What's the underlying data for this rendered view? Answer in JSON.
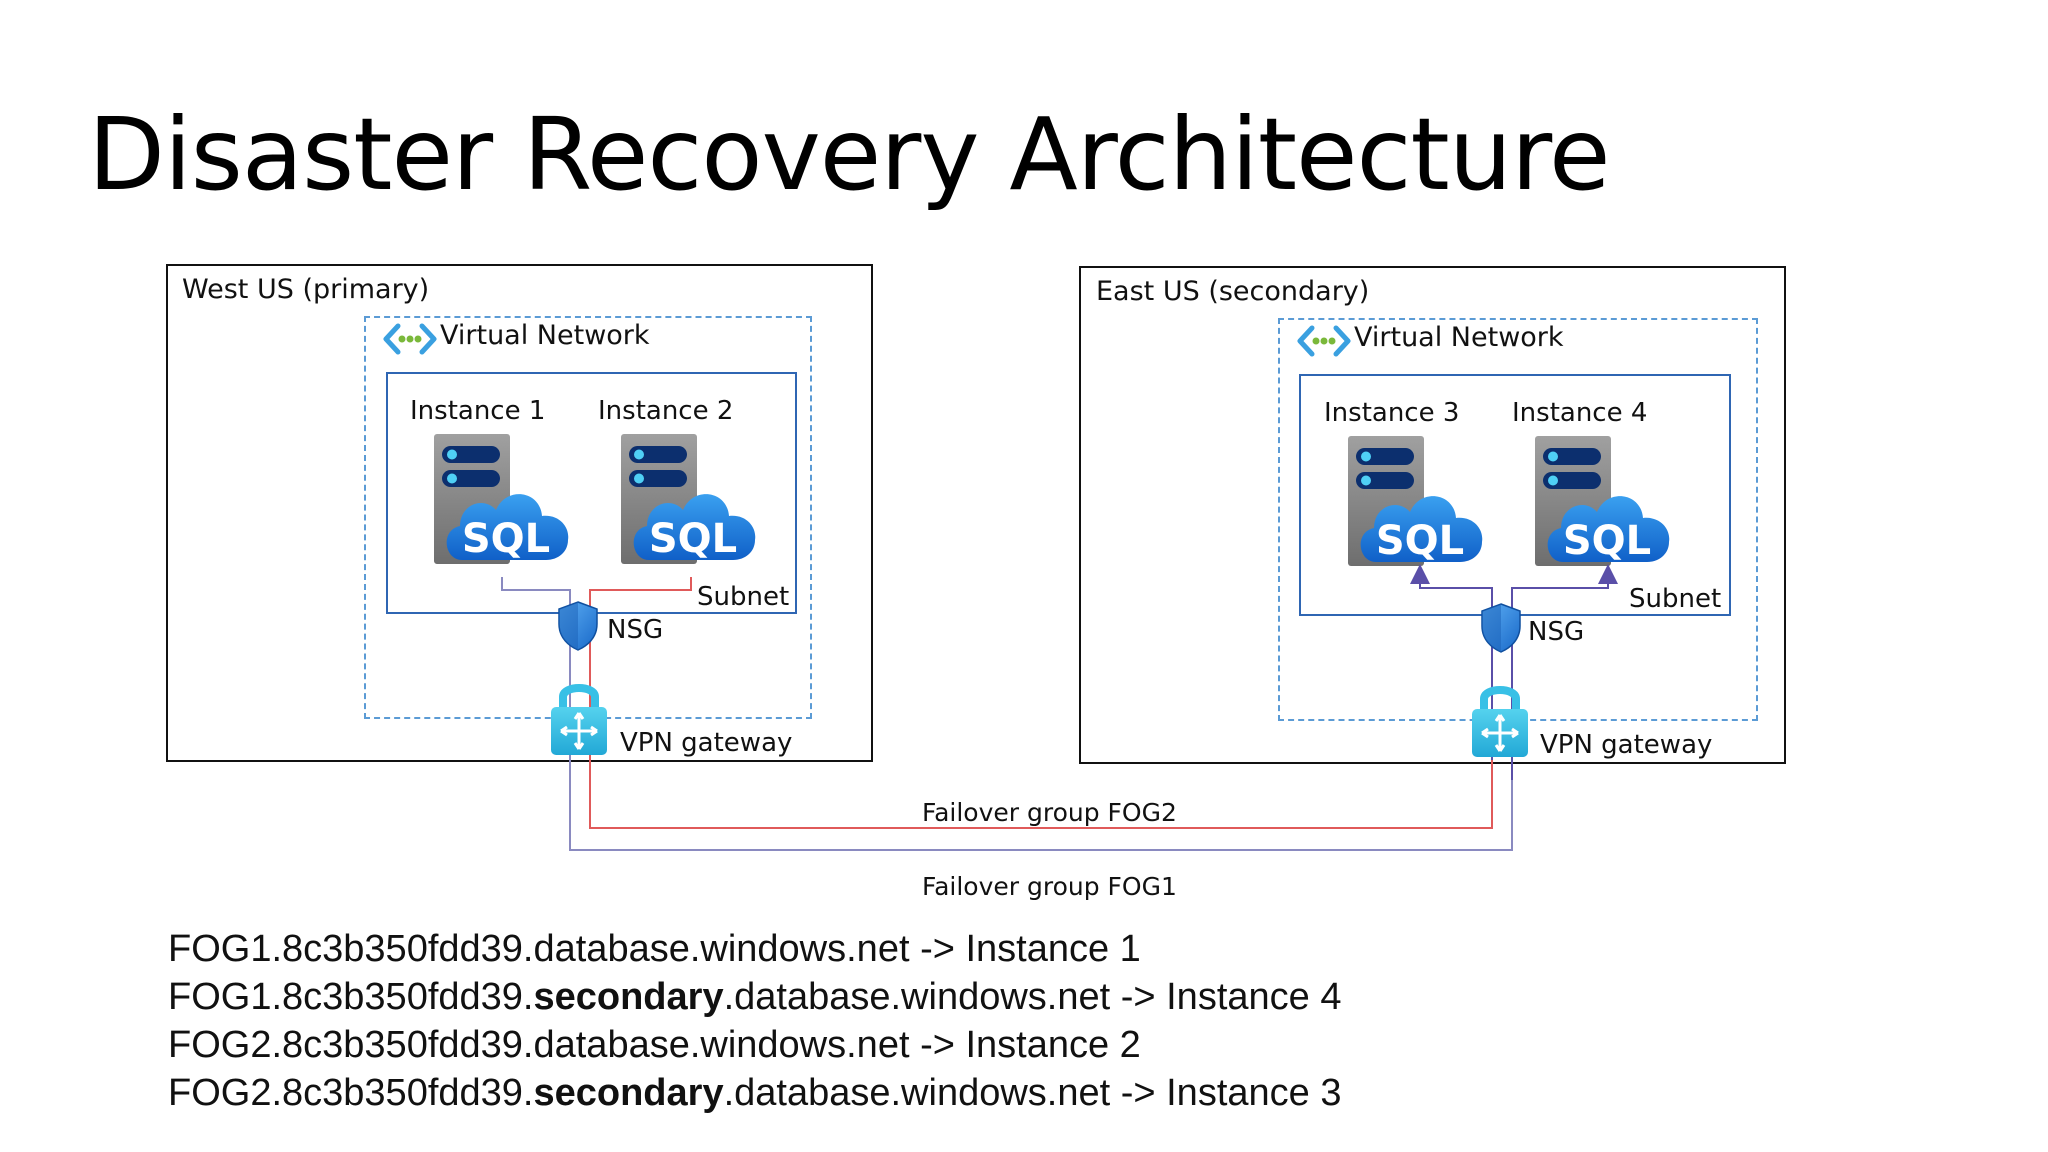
{
  "title": "Disaster Recovery Architecture",
  "regions": [
    {
      "label": "West US (primary)",
      "vnet_label": "Virtual Network",
      "instances": [
        "Instance 1",
        "Instance 2"
      ],
      "subnet_label": "Subnet",
      "nsg_label": "NSG",
      "vpn_label": "VPN gateway"
    },
    {
      "label": "East US (secondary)",
      "vnet_label": "Virtual Network",
      "instances": [
        "Instance 3",
        "Instance 4"
      ],
      "subnet_label": "Subnet",
      "nsg_label": "NSG",
      "vpn_label": "VPN gateway"
    }
  ],
  "sql_icon_text": "SQL",
  "failover_groups": [
    {
      "label": "Failover group FOG2",
      "color": "#e05a5a"
    },
    {
      "label": "Failover group FOG1",
      "color": "#7f7fb8"
    }
  ],
  "mappings": [
    {
      "prefix": "FOG1.8c3b350fdd39",
      "bold": "",
      "suffix": ".database.windows.net -> Instance 1"
    },
    {
      "prefix": "FOG1.8c3b350fdd39.",
      "bold": "secondary",
      "suffix": ".database.windows.net -> Instance 4"
    },
    {
      "prefix": "FOG2.8c3b350fdd39",
      "bold": "",
      "suffix": ".database.windows.net -> Instance 2"
    },
    {
      "prefix": "FOG2.8c3b350fdd39.",
      "bold": "secondary",
      "suffix": ".database.windows.net -> Instance 3"
    }
  ]
}
